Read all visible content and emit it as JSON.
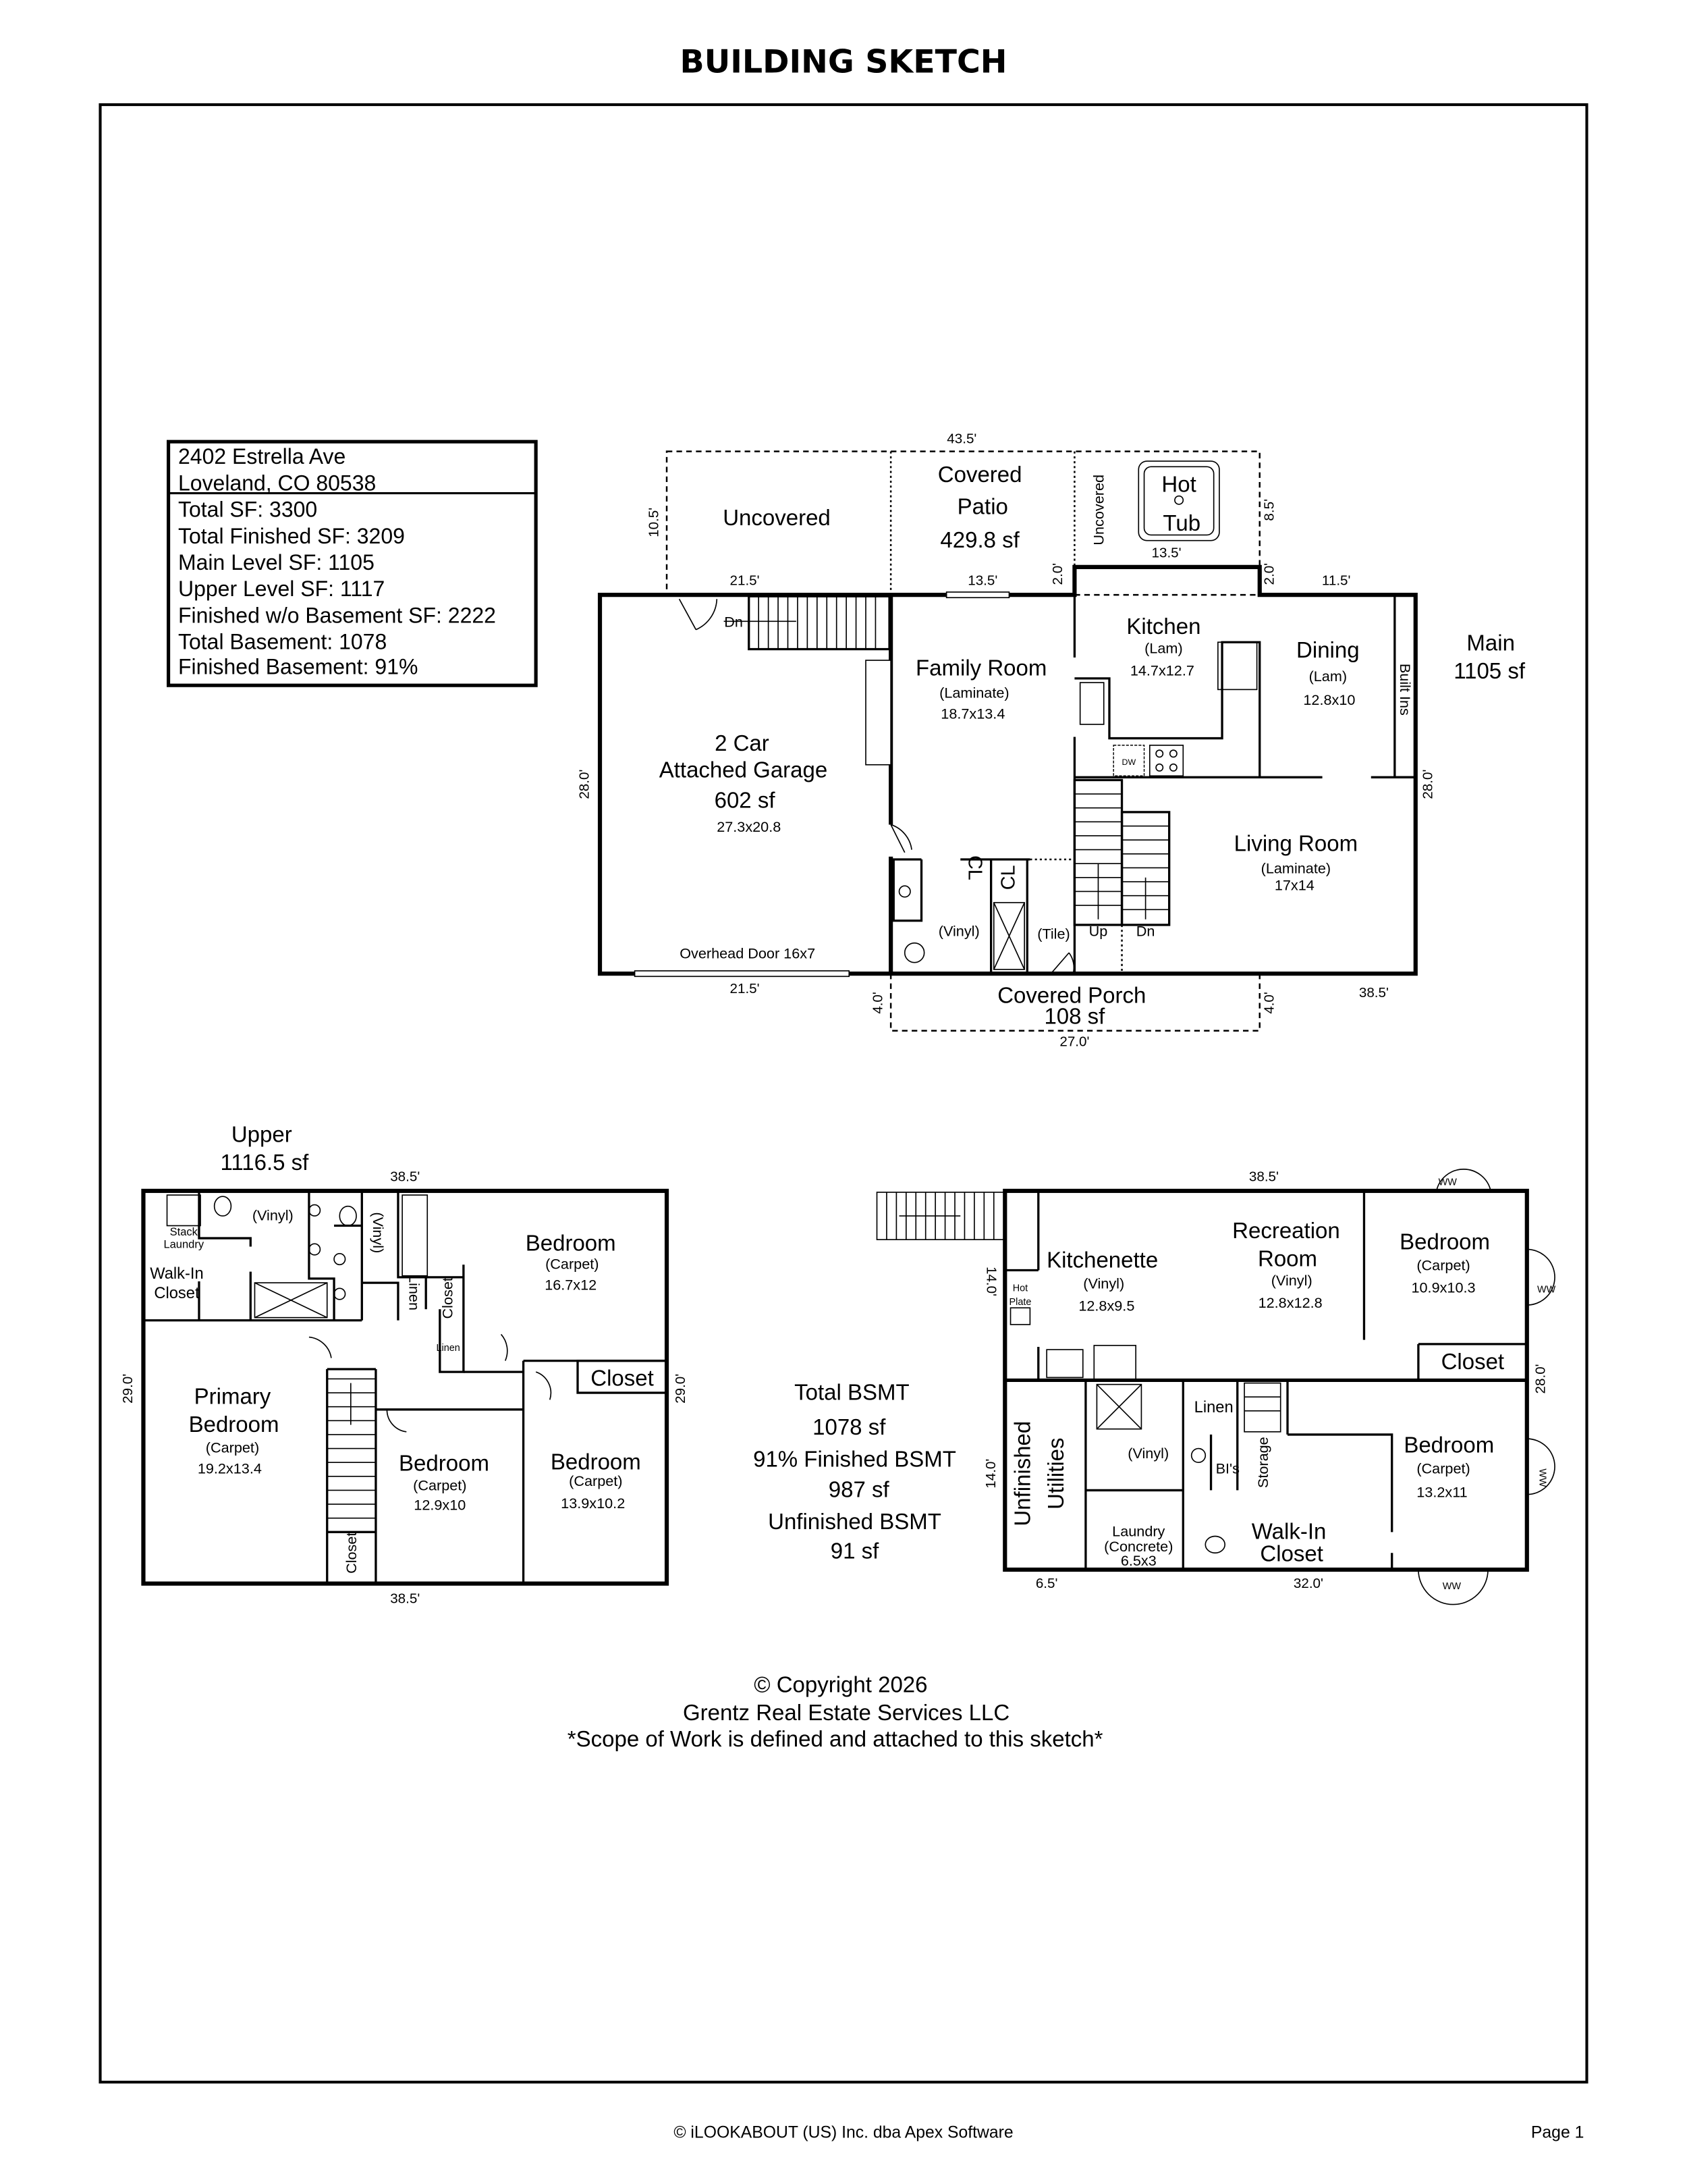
{
  "page": {
    "title": "BUILDING SKETCH",
    "footer": "© iLOOKABOUT (US) Inc. dba Apex Software",
    "page_number": "Page 1"
  },
  "info": {
    "lines": [
      "2402 Estrella Ave",
      "Loveland, CO 80538",
      "Total SF: 3300",
      "Total Finished SF: 3209",
      "Main Level SF: 1105",
      "Upper Level SF: 1117",
      "Finished w/o Basement SF: 2222",
      "Total Basement: 1078",
      "Finished Basement: 91%"
    ]
  },
  "main": {
    "level": "Main",
    "level_sf": "1105 sf",
    "patio": {
      "uncovered": "Uncovered",
      "covered": "Covered",
      "patio": "Patio",
      "sf": "429.8 sf",
      "uncovered_vertical": "Uncovered",
      "hot": "Hot",
      "tub": "Tub"
    },
    "garage": {
      "line1": "2 Car",
      "line2": "Attached Garage",
      "sf": "602 sf",
      "size": "27.3x20.8",
      "door": "Overhead Door 16x7",
      "dn": "Dn"
    },
    "family": {
      "name": "Family Room",
      "floor": "(Laminate)",
      "size": "18.7x13.4"
    },
    "kitchen": {
      "name": "Kitchen",
      "floor": "(Lam)",
      "size": "14.7x12.7",
      "dw": "DW"
    },
    "dining": {
      "name": "Dining",
      "floor": "(Lam)",
      "size": "12.8x10",
      "built_ins": "Built Ins"
    },
    "living": {
      "name": "Living Room",
      "floor": "(Laminate)",
      "size": "17x14",
      "up": "Up",
      "dn": "Dn"
    },
    "bath": {
      "cl1": "CL",
      "cl2": "CL",
      "vinyl": "(Vinyl)",
      "tile": "(Tile)"
    },
    "porch": {
      "name": "Covered Porch",
      "sf": "108 sf"
    },
    "dims": [
      "43.5'",
      "10.5'",
      "8.5'",
      "13.5'",
      "21.5'",
      "13.5'",
      "2.0'",
      "2.0'",
      "11.5'",
      "28.0'",
      "28.0'",
      "21.5'",
      "4.0'",
      "4.0'",
      "38.5'",
      "27.0'"
    ]
  },
  "upper": {
    "level": "Upper",
    "level_sf": "1116.5 sf",
    "labels": {
      "stack": "Stack",
      "laundry": "Laundry",
      "vinyl1": "(Vinyl)",
      "vinyl2": "(Vinyl)",
      "walkin": "Walk-In",
      "walkin_closet": "Closet",
      "linen_v": "Linen",
      "closet_v": "Closet",
      "linen_small": "Linen",
      "closet_r": "Closet",
      "closet_stair": "Closet"
    },
    "bed1": {
      "name": "Bedroom",
      "floor": "(Carpet)",
      "size": "16.7x12"
    },
    "primary": {
      "line1": "Primary",
      "line2": "Bedroom",
      "floor": "(Carpet)",
      "size": "19.2x13.4"
    },
    "bed2": {
      "name": "Bedroom",
      "floor": "(Carpet)",
      "size": "12.9x10"
    },
    "bed3": {
      "name": "Bedroom",
      "floor": "(Carpet)",
      "size": "13.9x10.2"
    },
    "dims": [
      "38.5'",
      "38.5'",
      "29.0'",
      "29.0'"
    ]
  },
  "bsmt_summary": [
    "Total BSMT",
    "1078 sf",
    "91% Finished BSMT",
    "987 sf",
    "Unfinished BSMT",
    "91 sf"
  ],
  "basement": {
    "kitchenette": {
      "name": "Kitchenette",
      "floor": "(Vinyl)",
      "size": "12.8x9.5",
      "hot": "Hot",
      "plate": "Plate"
    },
    "rec": {
      "line1": "Recreation",
      "line2": "Room",
      "floor": "(Vinyl)",
      "size": "12.8x12.8"
    },
    "bed1": {
      "name": "Bedroom",
      "floor": "(Carpet)",
      "size": "10.9x10.3",
      "closet": "Closet"
    },
    "bed2": {
      "name": "Bedroom",
      "floor": "(Carpet)",
      "size": "13.2x11"
    },
    "labels": {
      "linen": "Linen",
      "vinyl": "(Vinyl)",
      "bis": "BI's",
      "storage": "Storage",
      "unfinished": "Unfinished",
      "utilities": "Utilities",
      "laundry": "Laundry",
      "concrete": "(Concrete)",
      "laundry_size": "6.5x3",
      "walkin": "Walk-In",
      "closet": "Closet",
      "ww": "WW"
    },
    "dims": [
      "38.5'",
      "14.0'",
      "14.0'",
      "28.0'",
      "6.5'",
      "32.0'"
    ]
  },
  "copyright": [
    "© Copyright 2026",
    "Grentz Real Estate Services LLC",
    "*Scope of Work is defined and attached to this sketch*"
  ]
}
